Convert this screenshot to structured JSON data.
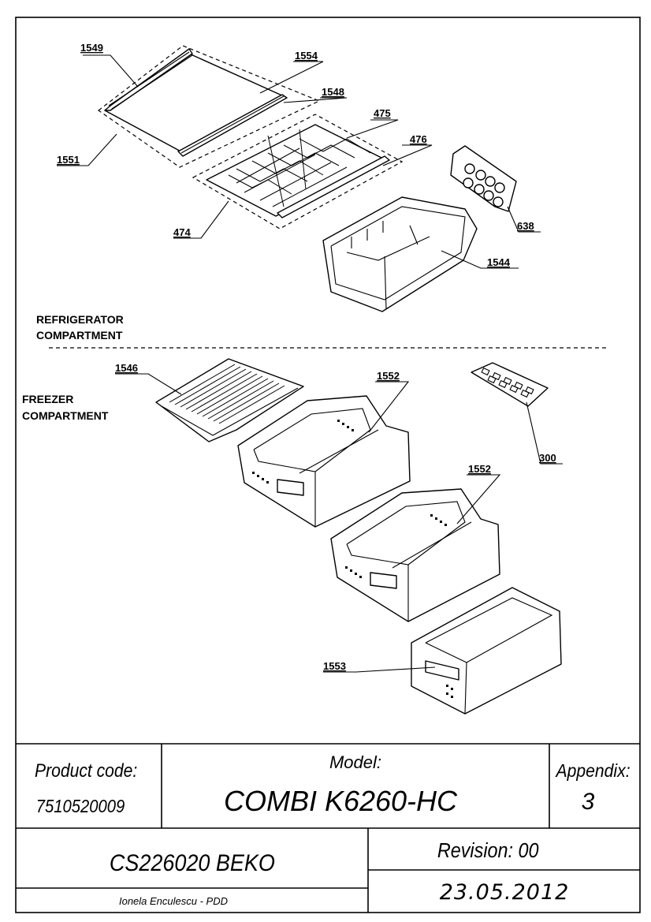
{
  "sections": {
    "refrigerator": [
      "REFRIGERATOR",
      "COMPARTMENT"
    ],
    "freezer": [
      "FREEZER",
      "COMPARTMENT"
    ]
  },
  "callouts": {
    "c1549": "1549",
    "c1554": "1554",
    "c1548": "1548",
    "c1551": "1551",
    "c475": "475",
    "c476": "476",
    "c474": "474",
    "c638": "638",
    "c1544": "1544",
    "c1546": "1546",
    "c1552a": "1552",
    "c300": "300",
    "c1552b": "1552",
    "c1553": "1553"
  },
  "title_block": {
    "product_code_label": "Product code:",
    "product_code": "7510520009",
    "model_label": "Model:",
    "model": "COMBI K6260-HC",
    "appendix_label": "Appendix:",
    "appendix": "3",
    "document": "CS226020 BEKO",
    "revision": "Revision: 00",
    "author": "Ionela Enculescu - PDD",
    "date": "23.05.2012"
  }
}
